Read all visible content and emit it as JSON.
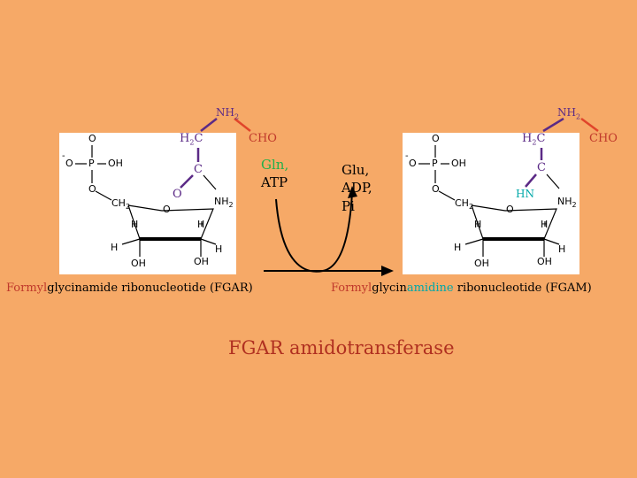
{
  "fgar": {
    "nh2": "NH",
    "nh2_sub": "2",
    "h2c": "H",
    "h2c_sub": "2",
    "h2c_c": "C",
    "cho": "CHO",
    "c": "C",
    "o_carbonyl": "O",
    "phosphate": {
      "minus": "-",
      "o_top": "O",
      "o_left": "O",
      "p": "P",
      "oh": "OH",
      "o_bottom": "O"
    },
    "ring": {
      "ch2": "CH",
      "ch2_sub": "2",
      "o": "O",
      "nh2": "NH",
      "nh2_sub": "2",
      "h1": "H",
      "h2": "H",
      "h3": "H",
      "h4": "H",
      "oh1": "OH",
      "oh2": "OH"
    },
    "caption_prefix": "Formyl",
    "caption_rest": "glycinamide ribonucleotide (FGAR)"
  },
  "fgam": {
    "nh2": "NH",
    "nh2_sub": "2",
    "h2c": "H",
    "h2c_sub": "2",
    "h2c_c": "C",
    "cho": "CHO",
    "c": "C",
    "hn": "HN",
    "phosphate": {
      "minus": "-",
      "o_top": "O",
      "o_left": "O",
      "p": "P",
      "oh": "OH",
      "o_bottom": "O"
    },
    "ring": {
      "ch2": "CH",
      "ch2_sub": "2",
      "o": "O",
      "nh2": "NH",
      "nh2_sub": "2",
      "h1": "H",
      "h2": "H",
      "h3": "H",
      "h4": "H",
      "oh1": "OH",
      "oh2": "OH"
    },
    "caption_prefix": "Formyl",
    "caption_mid": "glycin",
    "caption_amidine": "amidine",
    "caption_rest": " ribonucleotide (FGAM)"
  },
  "reaction": {
    "inputs": [
      "Gln,",
      "ATP"
    ],
    "outputs": [
      "Glu,",
      "ADP,",
      "Pi"
    ]
  },
  "enzyme": "FGAR amidotransferase",
  "colors": {
    "background": "#f6a967",
    "bond_purple": "#5b2a86",
    "bond_red": "#e0452b",
    "glutamine_green": "#22b04b",
    "amidine_cyan": "#00a8a8",
    "enzyme_red": "#b03020"
  }
}
